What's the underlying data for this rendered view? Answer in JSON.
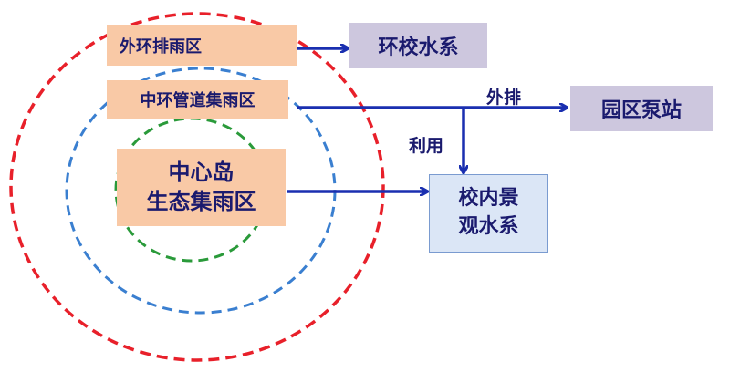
{
  "zones": {
    "outer": "外环排雨区",
    "middle": "中环管道集雨区",
    "center_line1": "中心岛",
    "center_line2": "生态集雨区"
  },
  "targets": {
    "campus_water": "环校水系",
    "pump_station": "园区泵站",
    "landscape_line1": "校内景",
    "landscape_line2": "观水系"
  },
  "arrow_labels": {
    "discharge": "外排",
    "reuse": "利用"
  },
  "colors": {
    "outer_ring": "#e8202a",
    "middle_ring": "#3a7fd0",
    "inner_ring": "#2a9a3a",
    "arrow": "#1a2fb0"
  }
}
